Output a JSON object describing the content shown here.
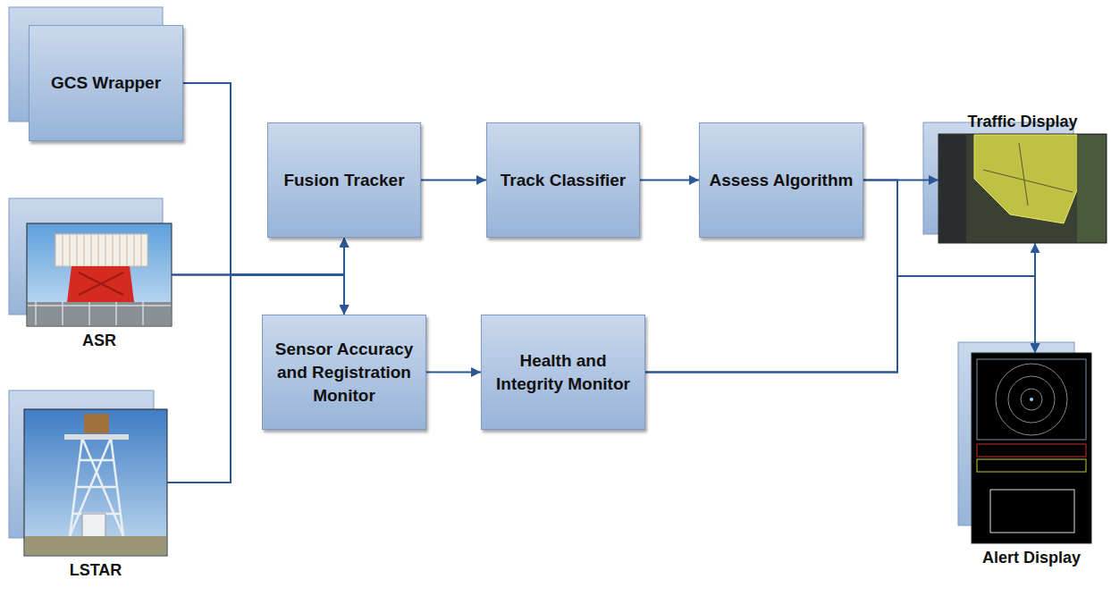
{
  "diagram": {
    "nodes": [
      {
        "text": [
          "GCS Wrapper"
        ]
      },
      {
        "text": [
          "ASR"
        ]
      },
      {
        "text": [
          "LSTAR"
        ]
      },
      {
        "text": [
          "Fusion Tracker"
        ]
      },
      {
        "text": [
          "Track Classifier"
        ]
      },
      {
        "text": [
          "Assess Algorithm"
        ]
      },
      {
        "text": [
          "Sensor Accuracy and Registration Monitor"
        ]
      },
      {
        "text": [
          "Health and Integrity Monitor"
        ]
      },
      {
        "text": [
          "Traffic Display"
        ]
      },
      {
        "text": [
          "Alert Display"
        ]
      }
    ],
    "edges": [
      {
        "from": 0,
        "to": 3,
        "arrow": "to"
      },
      {
        "from": 0,
        "to": 6,
        "arrow": "to"
      },
      {
        "from": 1,
        "to": 3,
        "arrow": "to"
      },
      {
        "from": 1,
        "to": 6,
        "arrow": "to"
      },
      {
        "from": 2,
        "to": 3,
        "arrow": "to"
      },
      {
        "from": 2,
        "to": 6,
        "arrow": "to"
      },
      {
        "from": 3,
        "to": 4,
        "arrow": "to"
      },
      {
        "from": 4,
        "to": 5,
        "arrow": "to"
      },
      {
        "from": 6,
        "to": 7,
        "arrow": "to"
      },
      {
        "from": 5,
        "to": 8,
        "arrow": "to"
      },
      {
        "from": 5,
        "to": 9,
        "arrow": "to"
      },
      {
        "from": 7,
        "to": 8,
        "arrow": "to"
      },
      {
        "from": 7,
        "to": 9,
        "arrow": "to"
      }
    ]
  }
}
